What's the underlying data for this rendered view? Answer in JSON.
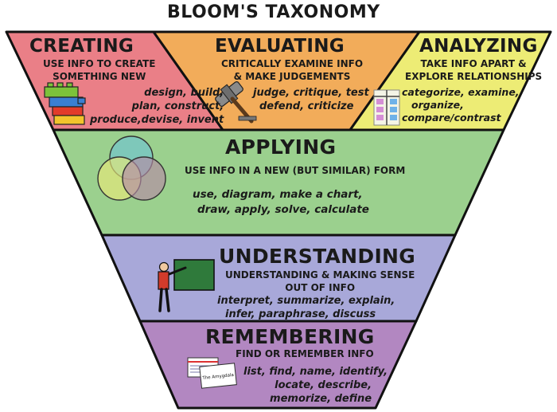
{
  "title": "BLOOM'S TAXONOMY",
  "colors": {
    "creating": "#ea7f87",
    "evaluating": "#f2ac5a",
    "analyzing": "#edec75",
    "applying": "#9bd08e",
    "understanding": "#a8a8d9",
    "remembering": "#b287c1",
    "outline": "#111111"
  },
  "levels": {
    "creating": {
      "name": "CREATING",
      "desc": [
        "USE INFO TO CREATE",
        "SOMETHING NEW"
      ],
      "verbs": [
        "design, build,",
        "plan, construct,",
        "produce,devise, invent"
      ],
      "icon": "lego-bricks-icon"
    },
    "evaluating": {
      "name": "EVALUATING",
      "desc": [
        "CRITICALLY EXAMINE INFO",
        "& MAKE JUDGEMENTS"
      ],
      "verbs": [
        "judge, critique, test",
        "defend, criticize"
      ],
      "icon": "gavel-icon"
    },
    "analyzing": {
      "name": "ANALYZING",
      "desc": [
        "TAKE INFO APART &",
        "EXPLORE RELATIONSHIPS"
      ],
      "verbs": [
        "categorize, examine,",
        "organize,",
        "compare/contrast"
      ],
      "icon": "chart-table-icon"
    },
    "applying": {
      "name": "APPLYING",
      "desc": [
        "USE INFO IN A NEW (BUT SIMILAR) FORM"
      ],
      "verbs": [
        "use, diagram, make a chart,",
        "draw, apply, solve, calculate"
      ],
      "icon": "venn-diagram-icon"
    },
    "understanding": {
      "name": "UNDERSTANDING",
      "desc": [
        "UNDERSTANDING & MAKING SENSE",
        "OUT OF INFO"
      ],
      "verbs": [
        "interpret, summarize, explain,",
        "infer, paraphrase, discuss"
      ],
      "icon": "teacher-blackboard-icon"
    },
    "remembering": {
      "name": "REMEMBERING",
      "desc": [
        "FIND OR REMEMBER INFO"
      ],
      "verbs": [
        "list, find, name, identify,",
        "locate, describe,",
        "memorize, define"
      ],
      "icon": "flashcards-icon",
      "card_text": "The Amygdala"
    }
  }
}
